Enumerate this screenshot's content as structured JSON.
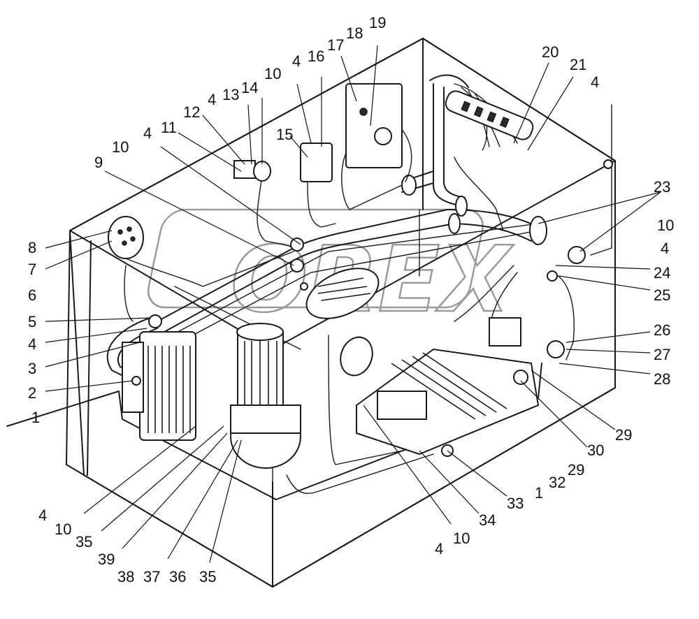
{
  "watermark": "OREX",
  "callouts": [
    "1",
    "2",
    "3",
    "4",
    "5",
    "6",
    "7",
    "8",
    "9",
    "10",
    "4",
    "11",
    "12",
    "4",
    "13",
    "14",
    "10",
    "4",
    "16",
    "15",
    "17",
    "18",
    "19",
    "20",
    "21",
    "4",
    "23",
    "10",
    "4",
    "24",
    "25",
    "26",
    "27",
    "28",
    "29",
    "30",
    "29",
    "32",
    "1",
    "33",
    "34",
    "10",
    "4",
    "35",
    "39",
    "38",
    "37",
    "36",
    "35",
    "10",
    "4"
  ]
}
